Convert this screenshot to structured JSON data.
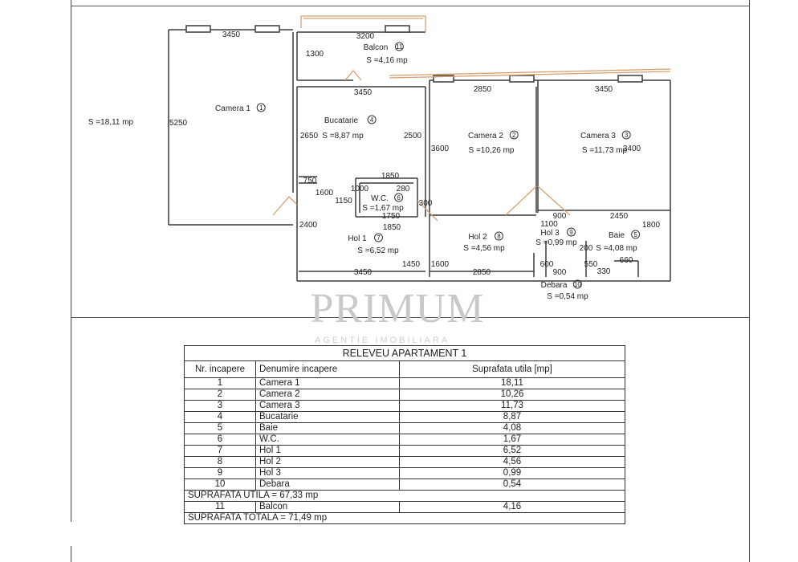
{
  "plan": {
    "rooms": [
      {
        "id": "1",
        "name": "Camera 1",
        "area": "S =18,11 mp"
      },
      {
        "id": "4",
        "name": "Bucatarie",
        "area": "S =8,87 mp"
      },
      {
        "id": "2",
        "name": "Camera 2",
        "area": "S =10,26 mp"
      },
      {
        "id": "3",
        "name": "Camera 3",
        "area": "S =11,73 mp"
      },
      {
        "id": "6",
        "name": "W.C.",
        "area": "S =1,67 mp"
      },
      {
        "id": "7",
        "name": "Hol 1",
        "area": "S =6,52 mp"
      },
      {
        "id": "8",
        "name": "Hol 2",
        "area": "S =4,56 mp"
      },
      {
        "id": "9",
        "name": "Hol 3",
        "area": "S =0,99 mp"
      },
      {
        "id": "5",
        "name": "Baie",
        "area": "S =4,08 mp"
      },
      {
        "id": "10",
        "name": "Debara",
        "area": "S =0,54 mp"
      },
      {
        "id": "11",
        "name": "Balcon",
        "area": "S =4,16 mp"
      }
    ],
    "dimensions": [
      "3450",
      "3200",
      "1300",
      "5250",
      "3450",
      "2650",
      "2500",
      "2850",
      "3450",
      "3600",
      "3400",
      "750",
      "1600",
      "1850",
      "1000",
      "280",
      "1150",
      "300",
      "1750",
      "1850",
      "2400",
      "1100",
      "900",
      "2450",
      "1800",
      "200",
      "550",
      "660",
      "600",
      "330",
      "900",
      "1450",
      "1600",
      "3450",
      "2850"
    ]
  },
  "watermark": {
    "brand": "PRIMUM",
    "tagline": "AGENTIE IMOBILIARA"
  },
  "table": {
    "title": "RELEVEU APARTAMENT 1",
    "col_nr": "Nr. incapere",
    "col_name": "Denumire incapere",
    "col_area": "Suprafata utila [mp]",
    "rows": [
      {
        "nr": "1",
        "name": "Camera 1",
        "area": "18,11"
      },
      {
        "nr": "2",
        "name": "Camera 2",
        "area": "10,26"
      },
      {
        "nr": "3",
        "name": "Camera 3",
        "area": "11,73"
      },
      {
        "nr": "4",
        "name": "Bucatarie",
        "area": "8,87"
      },
      {
        "nr": "5",
        "name": "Baie",
        "area": "4,08"
      },
      {
        "nr": "6",
        "name": "W.C.",
        "area": "1,67"
      },
      {
        "nr": "7",
        "name": "Hol 1",
        "area": "6,52"
      },
      {
        "nr": "8",
        "name": "Hol 2",
        "area": "4,56"
      },
      {
        "nr": "9",
        "name": "Hol 3",
        "area": "0,99"
      },
      {
        "nr": "10",
        "name": "Debara",
        "area": "0,54"
      }
    ],
    "total_util": "SUPRAFATA UTILA = 67,33 mp",
    "balcon": {
      "nr": "11",
      "name": "Balcon",
      "area": "4,16"
    },
    "total": "SUPRAFATA TOTALA = 71,49 mp"
  }
}
